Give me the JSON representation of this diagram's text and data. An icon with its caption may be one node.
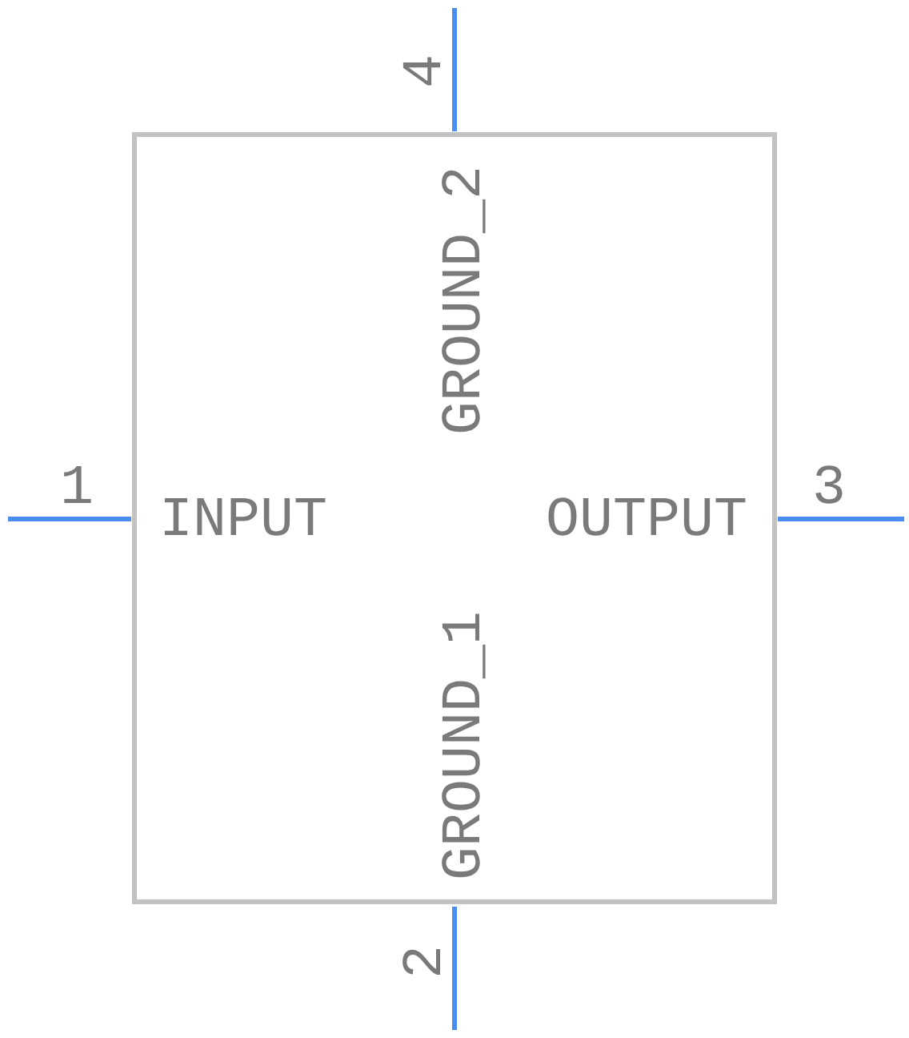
{
  "diagram": {
    "nodes": [
      {
        "text": [],
        "shape": "box"
      }
    ],
    "edges": [],
    "labels": [
      "4",
      "GROUND_2",
      "1",
      "INPUT",
      "OUTPUT",
      "3",
      "GROUND_1",
      "2"
    ]
  }
}
